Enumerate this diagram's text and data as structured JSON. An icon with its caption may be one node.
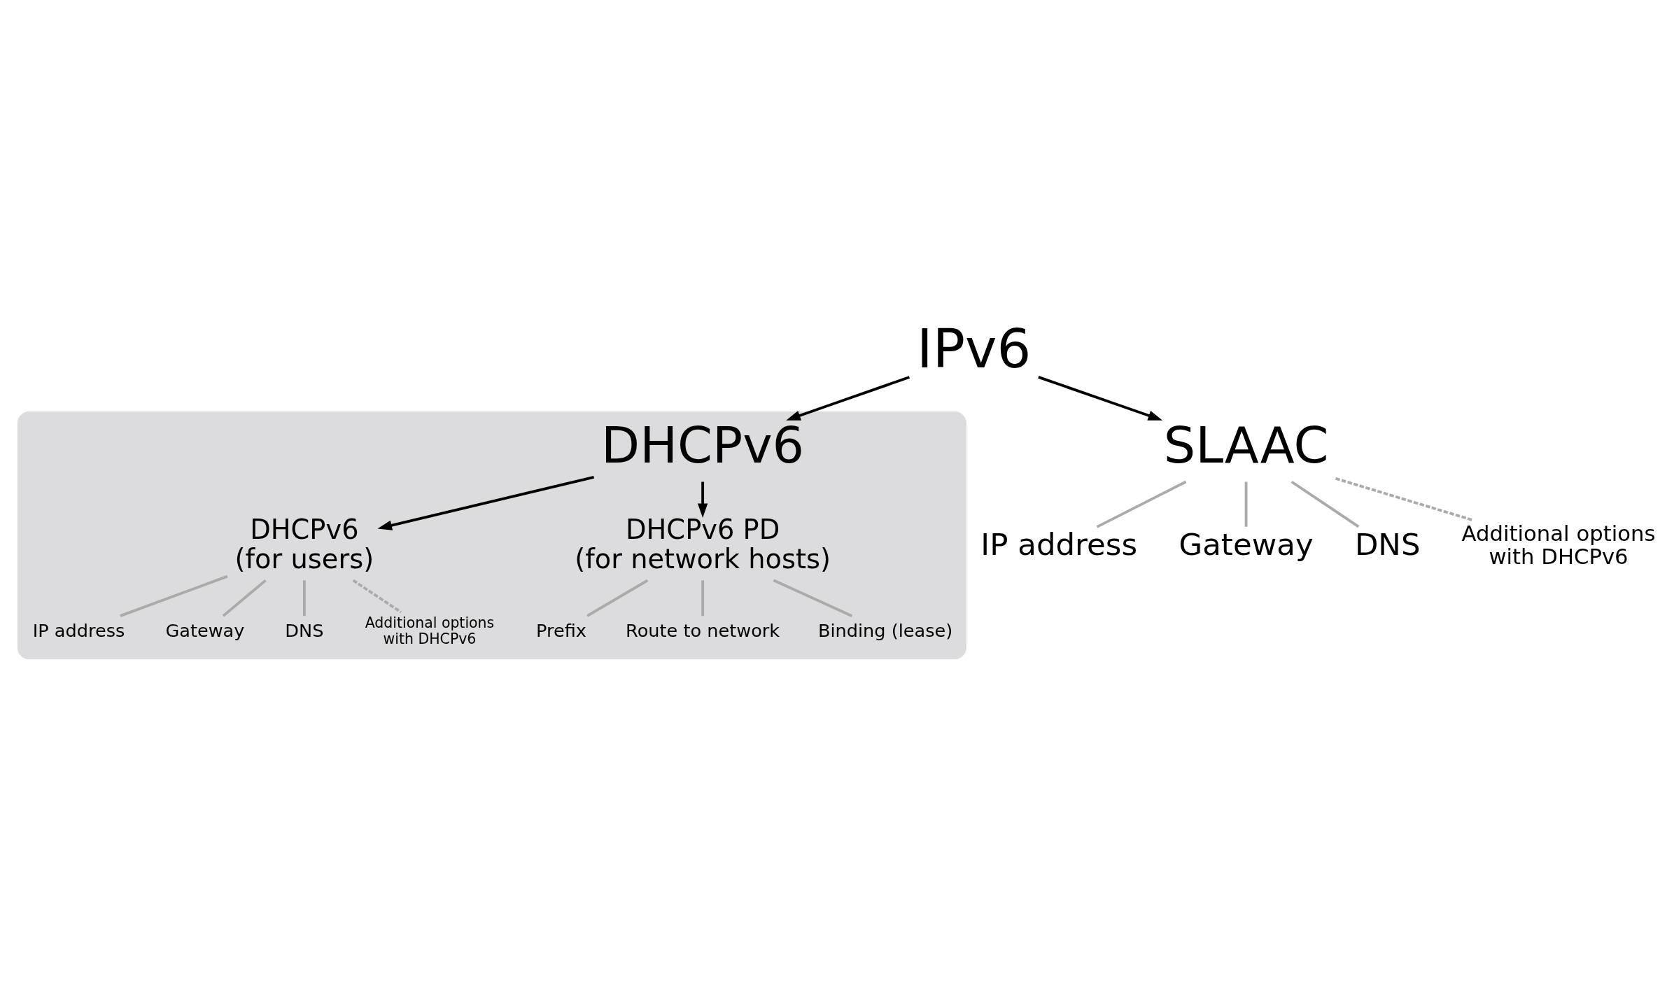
{
  "diagram": {
    "nodes": [
      {
        "text": [
          "IPv6"
        ]
      },
      {
        "text": [
          "SLAAC"
        ]
      },
      {
        "text": [
          "IP address"
        ]
      },
      {
        "text": [
          "Gateway"
        ]
      },
      {
        "text": [
          "DNS"
        ]
      },
      {
        "text": [
          "Additional options with DHCPv6"
        ]
      },
      {
        "text": [],
        "shape": "box"
      },
      {
        "text": [
          "DHCPv6"
        ],
        "in": 6
      },
      {
        "text": [
          "DHCPv6 (for users)"
        ],
        "in": 6
      },
      {
        "text": [
          "IP address"
        ],
        "in": 6
      },
      {
        "text": [
          "Gateway"
        ],
        "in": 6
      },
      {
        "text": [
          "DNS"
        ],
        "in": 6
      },
      {
        "text": [
          "Additional options with DHCPv6"
        ],
        "in": 6
      },
      {
        "text": [
          "DHCPv6 PD (for network hosts)"
        ],
        "in": 6
      },
      {
        "text": [
          "Prefix"
        ],
        "in": 6
      },
      {
        "text": [
          "Route to network"
        ],
        "in": 6
      },
      {
        "text": [
          "Binding (lease)"
        ],
        "in": 6
      }
    ],
    "edges": [
      {
        "from": 0,
        "to": 1,
        "arrow": "to",
        "color": "#000000"
      },
      {
        "from": 0,
        "to": 7,
        "arrow": "to",
        "color": "#000000"
      },
      {
        "from": 1,
        "to": 2,
        "arrow": "none",
        "color": "#aaaaaa"
      },
      {
        "from": 1,
        "to": 3,
        "arrow": "none",
        "color": "#aaaaaa"
      },
      {
        "from": 1,
        "to": 4,
        "arrow": "none",
        "color": "#aaaaaa"
      },
      {
        "from": 1,
        "to": 5,
        "arrow": "none",
        "style": "dashed",
        "color": "#aaaaaa"
      },
      {
        "from": 7,
        "to": 8,
        "arrow": "to",
        "color": "#000000"
      },
      {
        "from": 7,
        "to": 13,
        "arrow": "to",
        "color": "#000000"
      },
      {
        "from": 8,
        "to": 9,
        "arrow": "none",
        "color": "#aaaaaa"
      },
      {
        "from": 8,
        "to": 10,
        "arrow": "none",
        "color": "#aaaaaa"
      },
      {
        "from": 8,
        "to": 11,
        "arrow": "none",
        "color": "#aaaaaa"
      },
      {
        "from": 8,
        "to": 12,
        "arrow": "none",
        "style": "dashed",
        "color": "#aaaaaa"
      },
      {
        "from": 13,
        "to": 14,
        "arrow": "none",
        "color": "#aaaaaa"
      },
      {
        "from": 13,
        "to": 15,
        "arrow": "none",
        "color": "#aaaaaa"
      },
      {
        "from": 13,
        "to": 16,
        "arrow": "none",
        "color": "#aaaaaa"
      }
    ]
  }
}
